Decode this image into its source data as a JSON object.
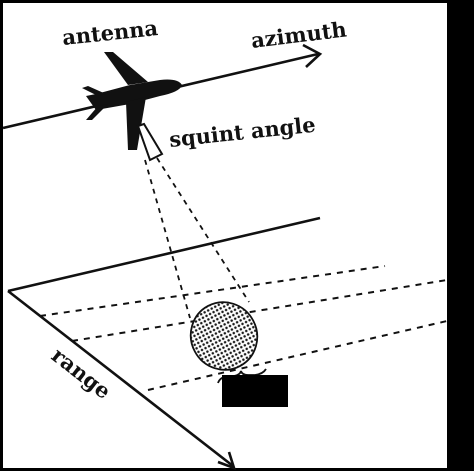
{
  "labels": {
    "antenna": "antenna",
    "azimuth": "azimuth",
    "squint_angle": "squint angle",
    "range": "range"
  },
  "icons": {
    "aircraft": "airplane-icon"
  },
  "colors": {
    "frame": "#000000",
    "paper": "#ffffff",
    "ink": "#111111",
    "footprint_dot": "#1a1a1a"
  }
}
